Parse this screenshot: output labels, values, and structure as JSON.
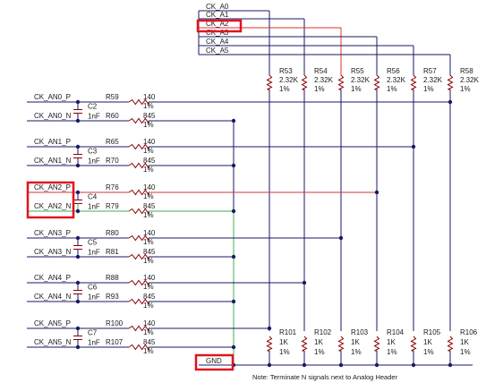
{
  "top_nets": [
    {
      "label": "CK_A0",
      "color": "#1a1a66"
    },
    {
      "label": "CK_A1",
      "color": "#1a1a66"
    },
    {
      "label": "CK_A2",
      "color": "#e03030",
      "highlighted": true
    },
    {
      "label": "CK_A3",
      "color": "#1a1a66"
    },
    {
      "label": "CK_A4",
      "color": "#1a1a66"
    },
    {
      "label": "CK_A5",
      "color": "#1a1a66"
    }
  ],
  "pullup_resistors": [
    {
      "ref": "R53",
      "value": "2.32K",
      "tol": "1%"
    },
    {
      "ref": "R54",
      "value": "2.32K",
      "tol": "1%"
    },
    {
      "ref": "R55",
      "value": "2.32K",
      "tol": "1%"
    },
    {
      "ref": "R56",
      "value": "2.32K",
      "tol": "1%"
    },
    {
      "ref": "R57",
      "value": "2.32K",
      "tol": "1%"
    },
    {
      "ref": "R58",
      "value": "2.32K",
      "tol": "1%"
    }
  ],
  "channels": [
    {
      "p_net": "CK_AN0_P",
      "n_net": "CK_AN0_N",
      "cap": "C2",
      "cap_value": "1nF",
      "rp": "R59",
      "rp_value": "140",
      "rp_tol": "1%",
      "rn": "R60",
      "rn_value": "845",
      "rn_tol": "1%"
    },
    {
      "p_net": "CK_AN1_P",
      "n_net": "CK_AN1_N",
      "cap": "C3",
      "cap_value": "1nF",
      "rp": "R65",
      "rp_value": "140",
      "rp_tol": "1%",
      "rn": "R70",
      "rn_value": "845",
      "rn_tol": "1%"
    },
    {
      "p_net": "CK_AN2_P",
      "n_net": "CK_AN2_N",
      "cap": "C4",
      "cap_value": "1nF",
      "rp": "R76",
      "rp_value": "140",
      "rp_tol": "1%",
      "rn": "R79",
      "rn_value": "845",
      "rn_tol": "1%",
      "highlighted": true
    },
    {
      "p_net": "CK_AN3_P",
      "n_net": "CK_AN3_N",
      "cap": "C5",
      "cap_value": "1nF",
      "rp": "R80",
      "rp_value": "140",
      "rp_tol": "1%",
      "rn": "R81",
      "rn_value": "845",
      "rn_tol": "1%"
    },
    {
      "p_net": "CK_AN4_P",
      "n_net": "CK_AN4_N",
      "cap": "C6",
      "cap_value": "1nF",
      "rp": "R88",
      "rp_value": "140",
      "rp_tol": "1%",
      "rn": "R93",
      "rn_value": "845",
      "rn_tol": "1%"
    },
    {
      "p_net": "CK_AN5_P",
      "n_net": "CK_AN5_N",
      "cap": "C7",
      "cap_value": "1nF",
      "rp": "R100",
      "rp_value": "140",
      "rp_tol": "1%",
      "rn": "R107",
      "rn_value": "845",
      "rn_tol": "1%"
    }
  ],
  "pulldown_resistors": [
    {
      "ref": "R101",
      "value": "1K",
      "tol": "1%"
    },
    {
      "ref": "R102",
      "value": "1K",
      "tol": "1%"
    },
    {
      "ref": "R103",
      "value": "1K",
      "tol": "1%"
    },
    {
      "ref": "R104",
      "value": "1K",
      "tol": "1%"
    },
    {
      "ref": "R105",
      "value": "1K",
      "tol": "1%"
    },
    {
      "ref": "R106",
      "value": "1K",
      "tol": "1%"
    }
  ],
  "gnd_label": "GND",
  "note": "Note: Terminate N signals next to Analog Header",
  "colors": {
    "wire": "#1a1a66",
    "resistor": "#8b0000",
    "highlight_box": "#e0141e",
    "ck_a2_net": "#e03030",
    "an2_n_net": "#3cb050"
  }
}
